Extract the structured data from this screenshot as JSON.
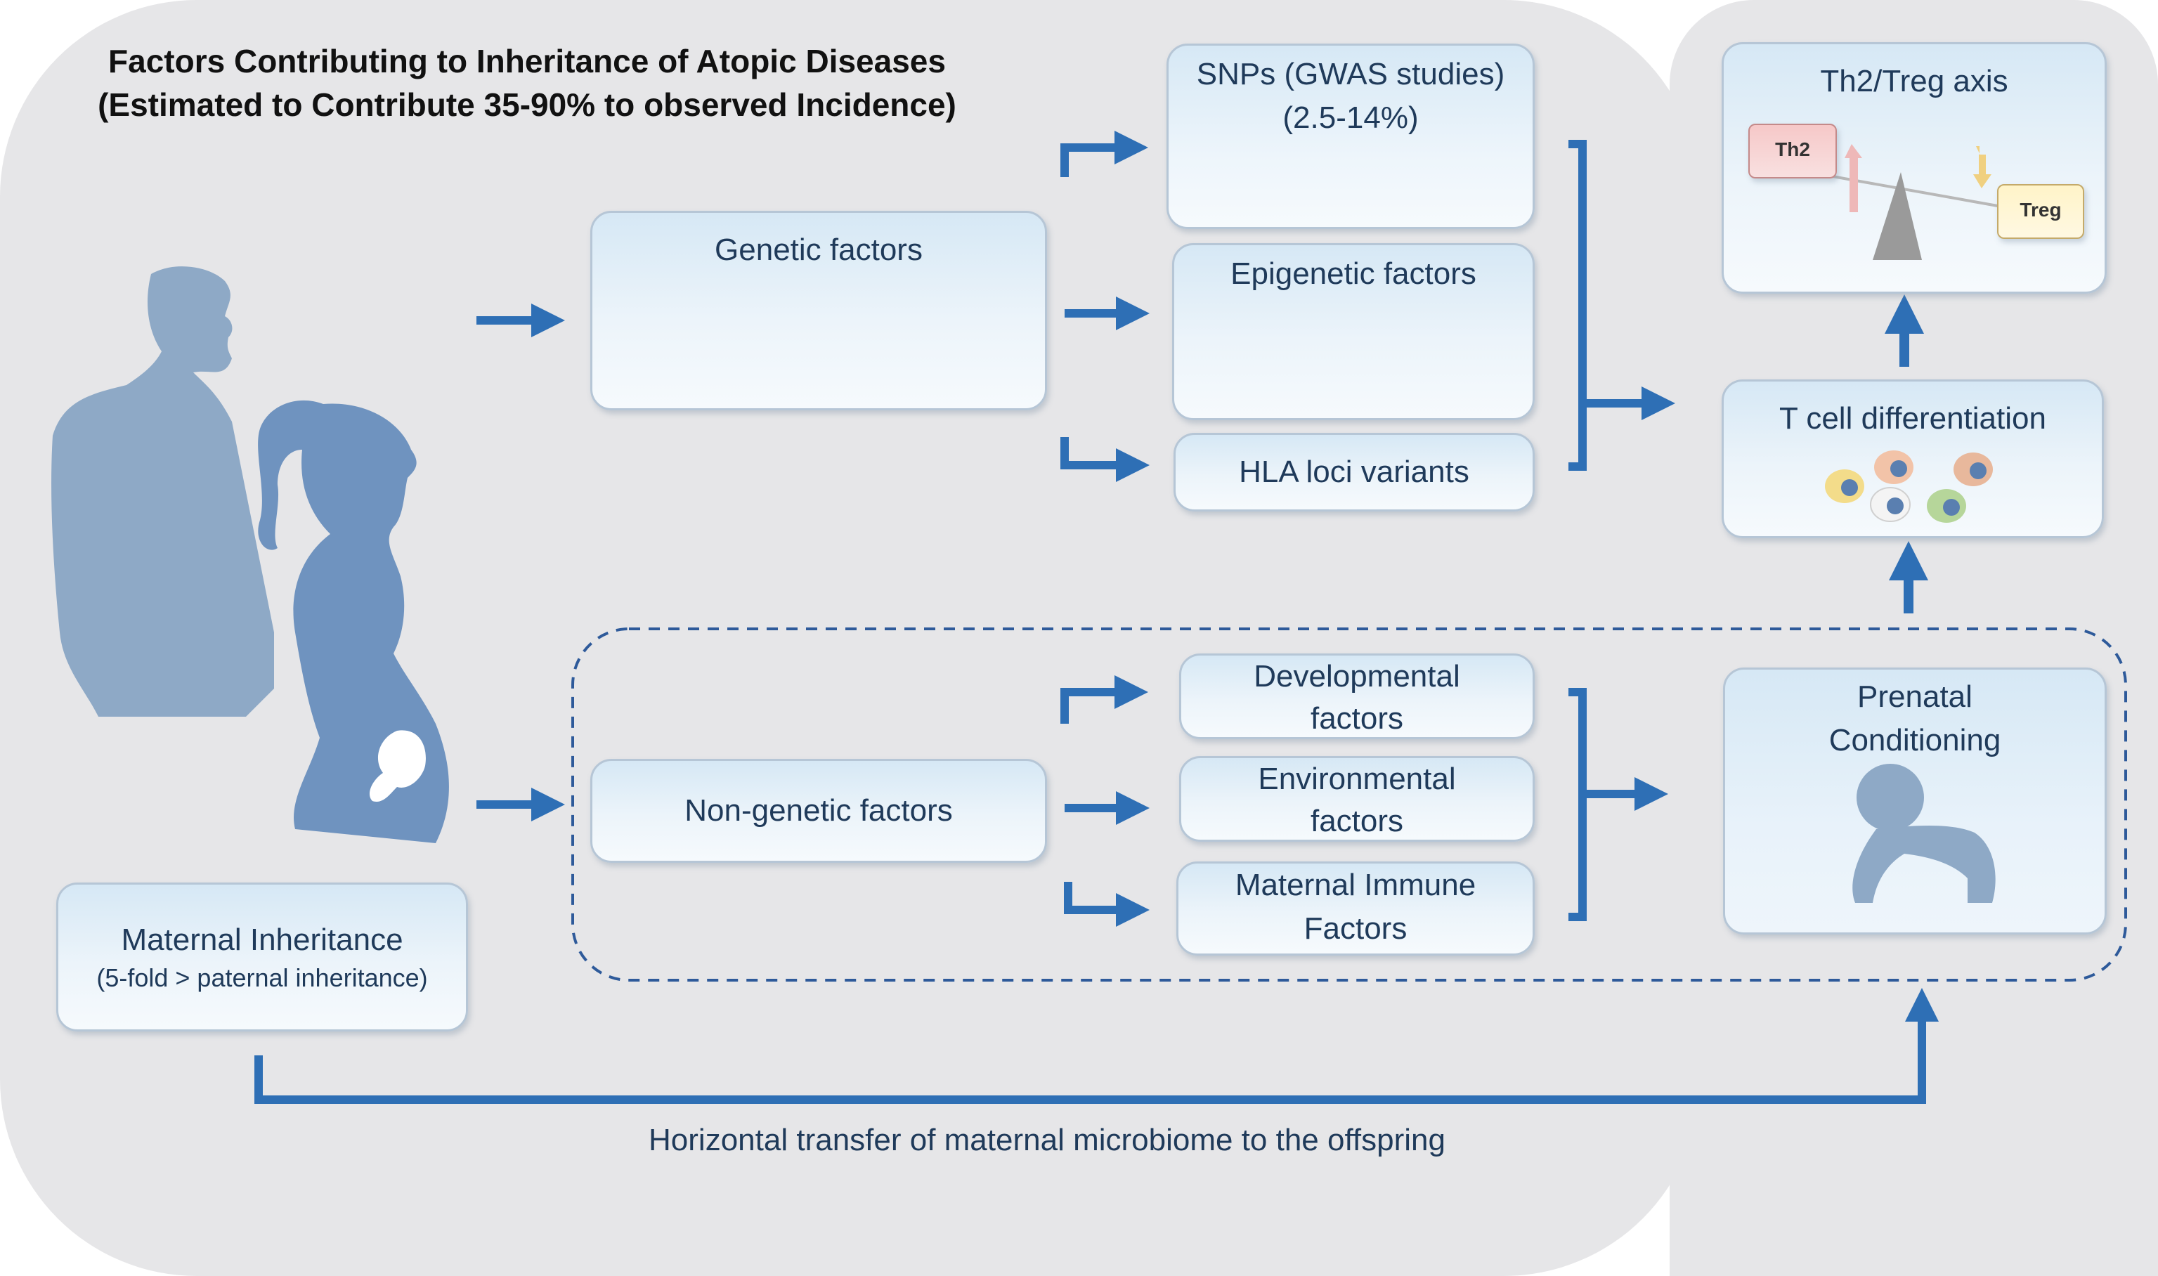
{
  "title": {
    "line1": "Factors Contributing to Inheritance of Atopic Diseases",
    "line2": "(Estimated to Contribute 35-90% to observed Incidence)"
  },
  "boxes": {
    "genetic": "Genetic factors",
    "snps_line1": "SNPs (GWAS studies)",
    "snps_line2": "(2.5-14%)",
    "epigenetic": "Epigenetic factors",
    "hla": "HLA loci variants",
    "non_genetic": "Non-genetic factors",
    "developmental_line1": "Developmental",
    "developmental_line2": "factors",
    "environmental_line1": "Environmental",
    "environmental_line2": "factors",
    "maternal_immune_line1": "Maternal Immune",
    "maternal_immune_line2": "Factors",
    "maternal_inheritance": "Maternal Inheritance",
    "maternal_inheritance_sub": "(5-fold > paternal inheritance)",
    "th2_treg_axis": "Th2/Treg axis",
    "th2": "Th2",
    "treg": "Treg",
    "t_cell_differentiation": "T cell differentiation",
    "prenatal_line1": "Prenatal",
    "prenatal_line2": "Conditioning"
  },
  "caption": "Horizontal transfer of maternal microbiome to the offspring",
  "colors": {
    "arrow": "#2e6fb5",
    "silhouette": "#8ea9c6",
    "silhouette_dark": "#6f93bf",
    "panel": "#e6e6e8",
    "text": "#1f3a5a"
  },
  "icons": [
    "man-silhouette-icon",
    "pregnant-woman-silhouette-icon",
    "baby-silhouette-icon",
    "dna-icon",
    "chromatin-icon",
    "cells-icon",
    "balance-icon"
  ]
}
